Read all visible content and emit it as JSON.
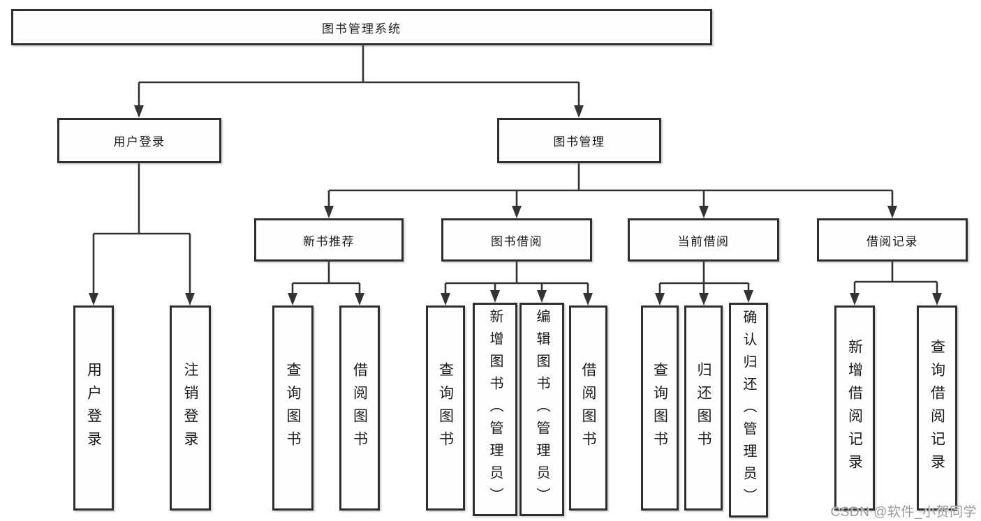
{
  "tree": {
    "label": "图书管理系统",
    "children": [
      {
        "label": "用户登录",
        "children": [
          {
            "label": "用户登录"
          },
          {
            "label": "注销登录"
          }
        ]
      },
      {
        "label": "图书管理",
        "children": [
          {
            "label": "新书推荐",
            "children": [
              {
                "label": "查询图书"
              },
              {
                "label": "借阅图书"
              }
            ]
          },
          {
            "label": "图书借阅",
            "children": [
              {
                "label": "查询图书"
              },
              {
                "label": "新增图书（管理员）"
              },
              {
                "label": "编辑图书（管理员）"
              },
              {
                "label": "借阅图书"
              }
            ]
          },
          {
            "label": "当前借阅",
            "children": [
              {
                "label": "查询图书"
              },
              {
                "label": "归还图书"
              },
              {
                "label": "确认归还（管理员）"
              }
            ]
          },
          {
            "label": "借阅记录",
            "children": [
              {
                "label": "新增借阅记录"
              },
              {
                "label": "查询借阅记录"
              }
            ]
          }
        ]
      }
    ]
  },
  "watermark": "CSDN @软件_小贺同学",
  "colors": {
    "line": "#333333",
    "border": "#2e2e2e",
    "text": "#1a1a1a",
    "watermark": "#9b9b9b",
    "background": "#ffffff"
  }
}
